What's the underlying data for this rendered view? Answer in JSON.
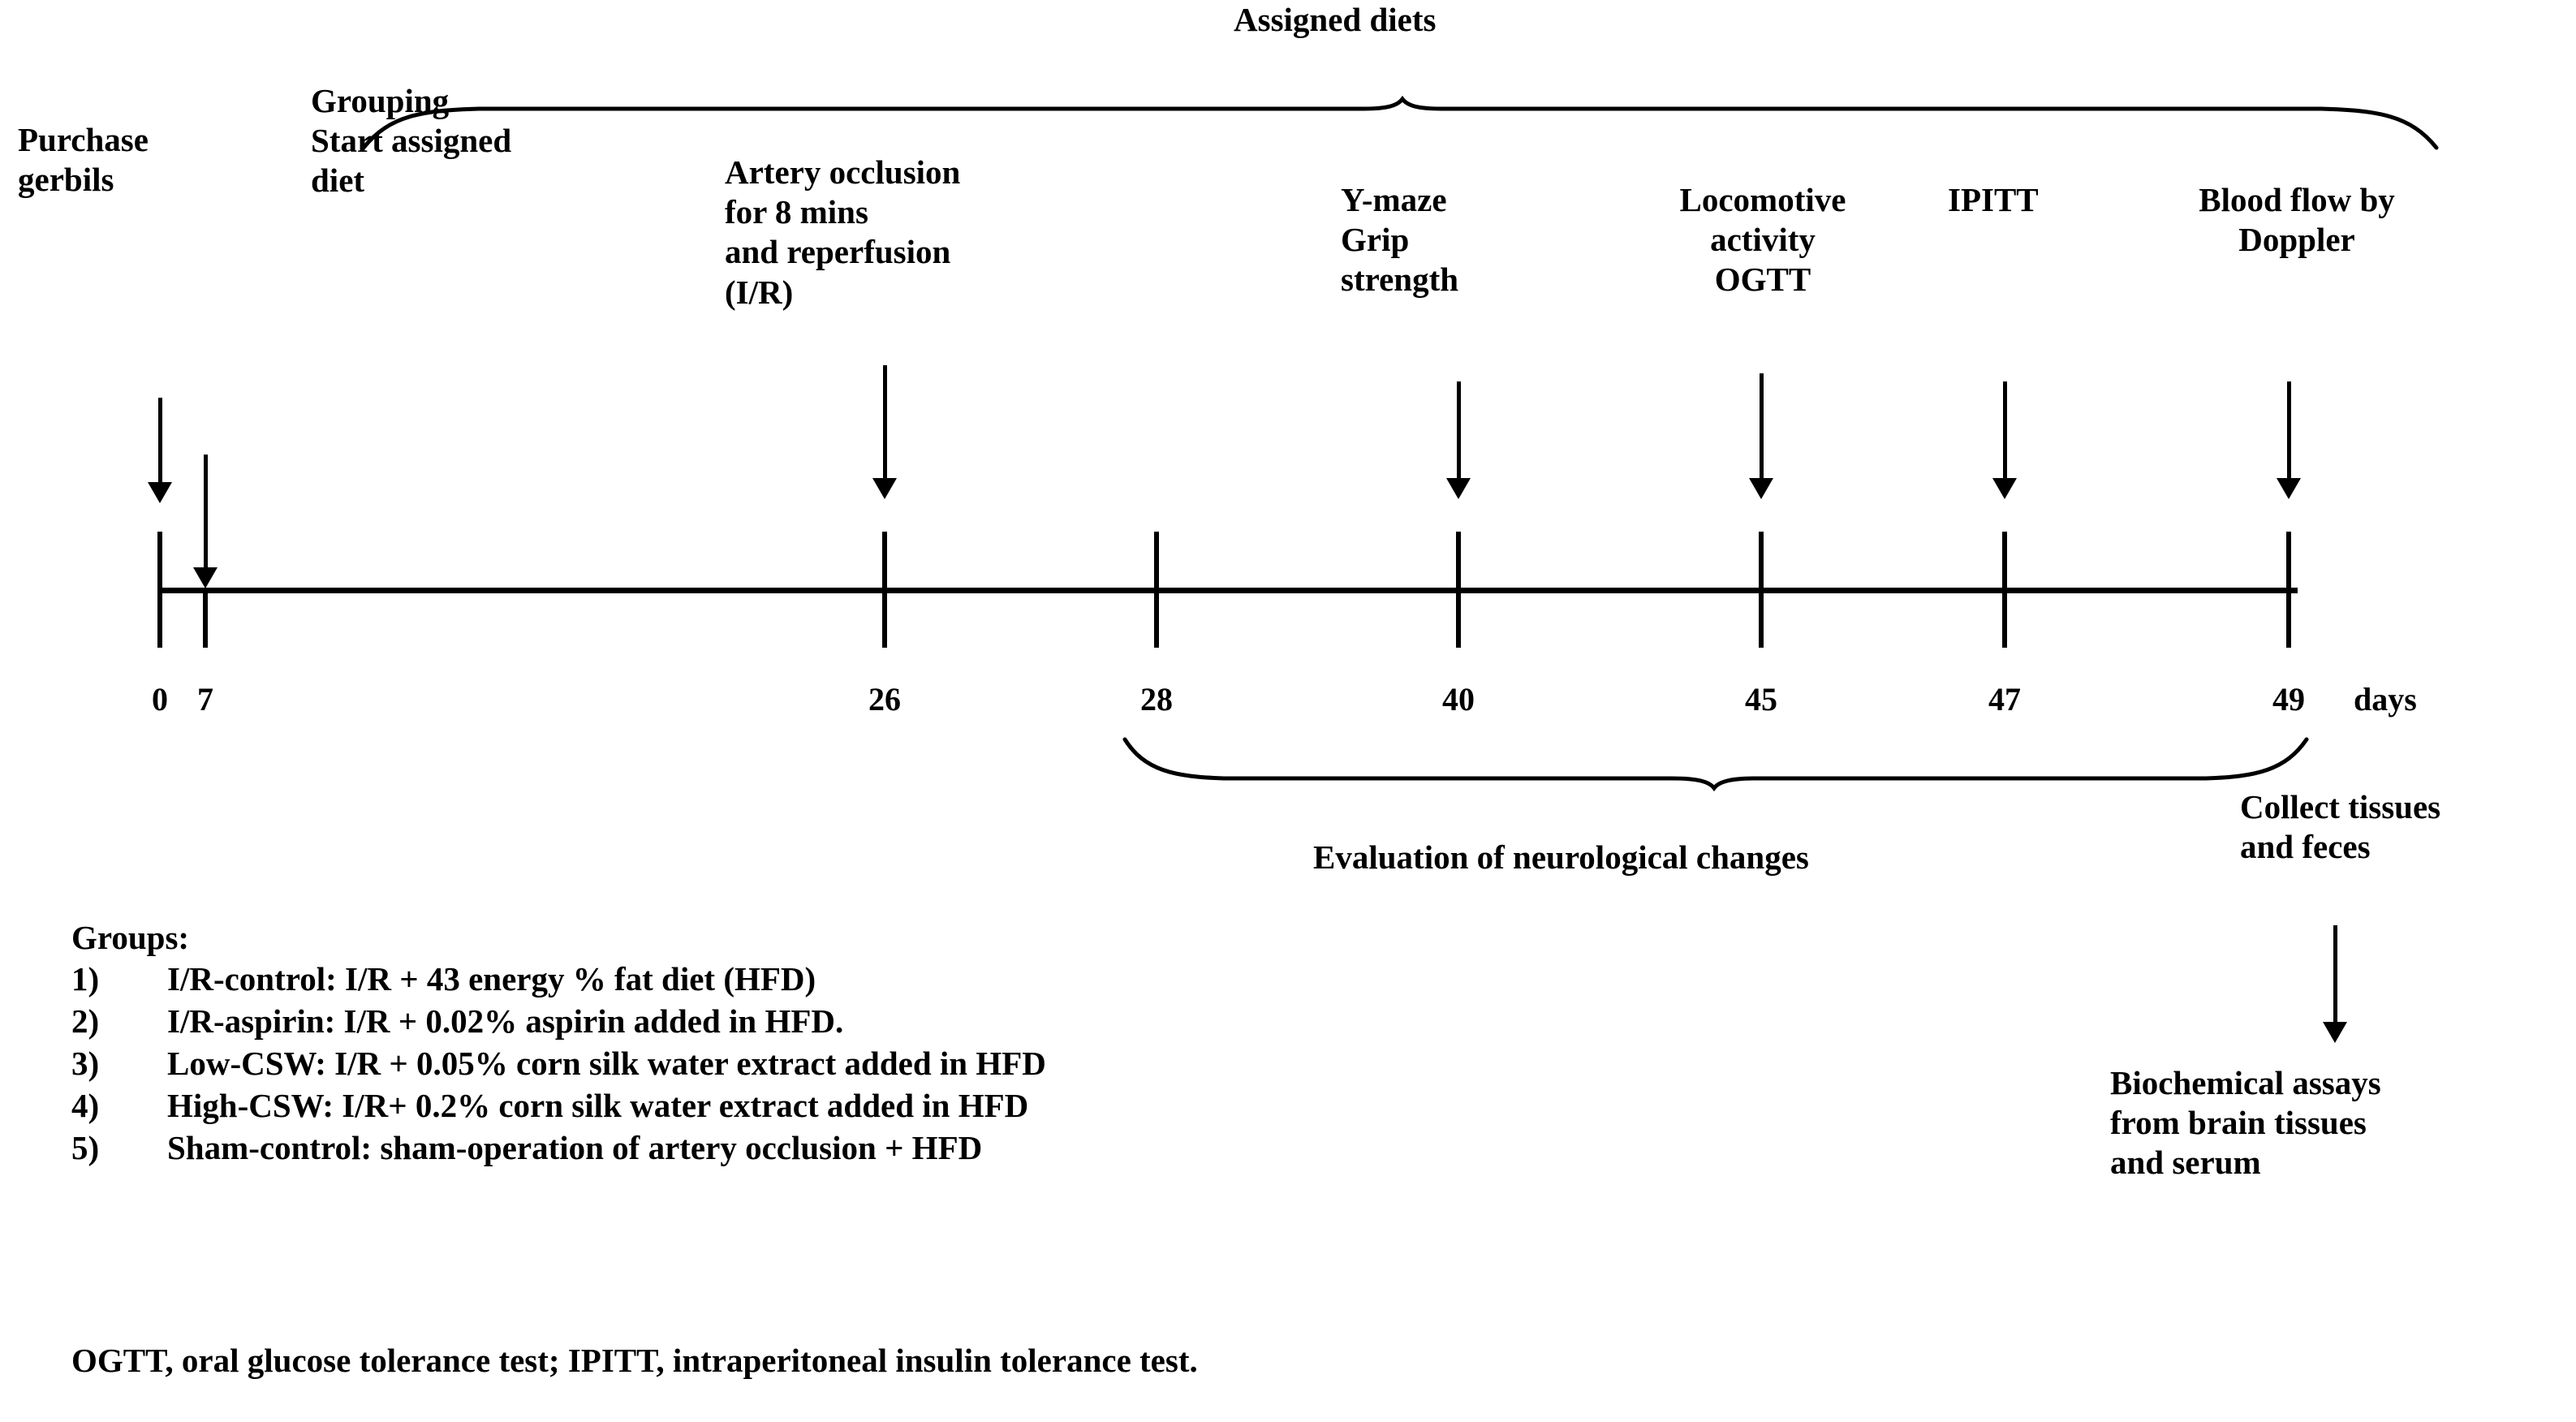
{
  "figure": {
    "top_brace_label": "Assigned diets",
    "bottom_brace_label": "Evaluation of neurological changes",
    "axis_unit_label": "days"
  },
  "timeline": {
    "days": [
      "0",
      "7",
      "26",
      "28",
      "40",
      "45",
      "47",
      "49"
    ],
    "events": [
      {
        "day": "0",
        "label": "Purchase\ngerbils"
      },
      {
        "day": "7",
        "label": "Grouping\nStart assigned\ndiet"
      },
      {
        "day": "26",
        "label": "Artery occlusion\nfor 8 mins\nand reperfusion\n(I/R)"
      },
      {
        "day": "40",
        "label": "Y-maze\nGrip\nstrength"
      },
      {
        "day": "45",
        "label": "Locomotive\nactivity\nOGTT"
      },
      {
        "day": "47",
        "label": "IPITT"
      },
      {
        "day": "49",
        "label": "Blood flow by\nDoppler"
      }
    ]
  },
  "collection": {
    "collect_label": "Collect tissues\nand feces",
    "assay_label": "Biochemical assays\nfrom brain tissues\nand serum"
  },
  "groups": {
    "heading": "Groups:",
    "items": [
      {
        "num": "1)",
        "text": "I/R-control: I/R + 43 energy % fat diet (HFD)"
      },
      {
        "num": "2)",
        "text": "I/R-aspirin:  I/R + 0.02% aspirin added in HFD."
      },
      {
        "num": "3)",
        "text": "Low-CSW: I/R + 0.05% corn silk water extract added in HFD"
      },
      {
        "num": "4)",
        "text": "High-CSW: I/R+ 0.2% corn silk water extract added in HFD"
      },
      {
        "num": "5)",
        "text": "Sham-control: sham-operation of artery occlusion + HFD"
      }
    ]
  },
  "footnote": "OGTT, oral glucose tolerance test; IPITT, intraperitoneal insulin tolerance test.",
  "colors": {
    "ink": "#000000",
    "background": "#ffffff"
  }
}
